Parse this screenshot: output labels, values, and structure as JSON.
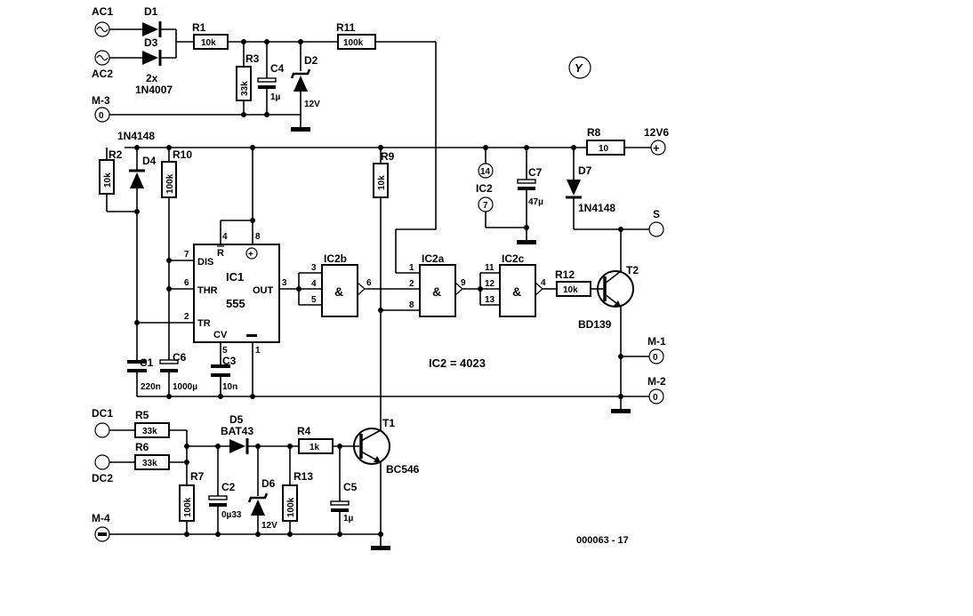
{
  "terminals": {
    "ac1": "AC1",
    "ac2": "AC2",
    "m3": "M-3",
    "m1": "M-1",
    "m2": "M-2",
    "m4": "M-4",
    "dc1": "DC1",
    "dc2": "DC2",
    "v12v6": "12V6",
    "s": "S"
  },
  "components": {
    "d1": "D1",
    "d3": "D3",
    "d1_note": "2x",
    "d1_part": "1N4007",
    "r1": "R1",
    "r1_val": "10k",
    "r11": "R11",
    "r11_val": "100k",
    "r3": "R3",
    "r3_val": "33k",
    "c4": "C4",
    "c4_val": "1µ",
    "d2": "D2",
    "d2_val": "12V",
    "d4_part": "1N4148",
    "d4": "D4",
    "r2": "R2",
    "r2_val": "10k",
    "r10": "R10",
    "r10_val": "100k",
    "r9": "R9",
    "r9_val": "10k",
    "r8": "R8",
    "r8_val": "10",
    "c7": "C7",
    "c7_val": "47µ",
    "d7": "D7",
    "d7_part": "1N4148",
    "ic2_pwr": "IC2",
    "pin14": "14",
    "pin7": "7",
    "ic1": "IC1",
    "ic1_part": "555",
    "ic2b": "IC2b",
    "ic2a": "IC2a",
    "ic2c": "IC2c",
    "r12": "R12",
    "r12_val": "10k",
    "t2": "T2",
    "t2_part": "BD139",
    "c1": "C1",
    "c1_val": "220n",
    "c6": "C6",
    "c6_val": "1000µ",
    "c3": "C3",
    "c3_val": "10n",
    "ic2_note": "IC2 = 4023",
    "r5": "R5",
    "r5_val": "33k",
    "r6": "R6",
    "r6_val": "33k",
    "d5": "D5",
    "d5_part": "BAT43",
    "r4": "R4",
    "r4_val": "1k",
    "t1": "T1",
    "t1_part": "BC546",
    "r7": "R7",
    "r7_val": "100k",
    "c2": "C2",
    "c2_val": "0µ33",
    "d6": "D6",
    "d6_val": "12V",
    "r13": "R13",
    "r13_val": "100k",
    "c5": "C5",
    "c5_val": "1µ",
    "y_mark": "Y",
    "fig_num": "000063 - 17"
  },
  "pins": {
    "ic1_dis": "DIS",
    "ic1_thr": "THR",
    "ic1_tr": "TR",
    "ic1_r": "R",
    "ic1_cv": "CV",
    "ic1_out": "OUT",
    "p4": "4",
    "p8": "8",
    "p7": "7",
    "p6": "6",
    "p2": "2",
    "p5": "5",
    "p1": "1",
    "p3": "3",
    "b3": "3",
    "b4": "4",
    "b5": "5",
    "b6": "6",
    "a1": "1",
    "a2": "2",
    "a8": "8",
    "a9": "9",
    "c11": "11",
    "c12": "12",
    "c13": "13",
    "c4": "4",
    "amp": "&"
  }
}
